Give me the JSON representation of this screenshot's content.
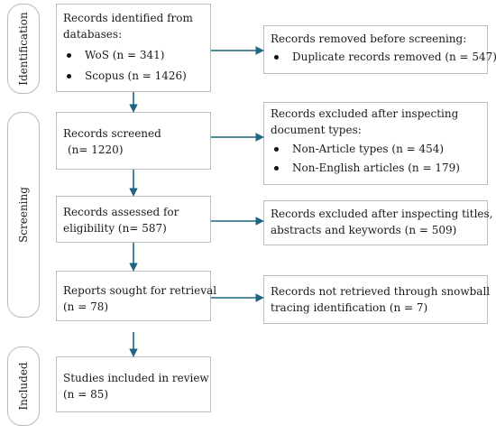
{
  "phases": {
    "identification": "Identification",
    "screening": "Screening",
    "included": "Included"
  },
  "left_boxes": {
    "identified": {
      "title_1": "Records identified from",
      "title_2": "databases:",
      "items": [
        "WoS (n = 341)",
        "Scopus (n = 1426)"
      ]
    },
    "screened": {
      "line_1": "Records screened",
      "line_2": "(n= 1220)"
    },
    "assessed": {
      "line_1": "Records assessed for",
      "line_2": "eligibility (n= 587)"
    },
    "sought": {
      "line_1": "Reports sought for retrieval",
      "line_2": "(n = 78)"
    },
    "included": {
      "line_1": "Studies included in review",
      "line_2": "(n = 85)"
    }
  },
  "right_boxes": {
    "removed": {
      "title": "Records removed before screening:",
      "items": [
        "Duplicate records removed  (n = 547)"
      ]
    },
    "excluded_types": {
      "title_1": "Records excluded after inspecting",
      "title_2": "document types:",
      "items": [
        "Non-Article types (n = 454)",
        "Non-English articles (n = 179)"
      ]
    },
    "excluded_titles": {
      "line_1": "Records excluded after inspecting titles,",
      "line_2": "abstracts and keywords (n = 509)"
    },
    "not_retrieved": {
      "line_1": "Records not retrieved through snowball",
      "line_2": "tracing identification (n = 7)"
    }
  },
  "colors": {
    "arrow": "#1f6481",
    "border": "#bdbdbd"
  }
}
